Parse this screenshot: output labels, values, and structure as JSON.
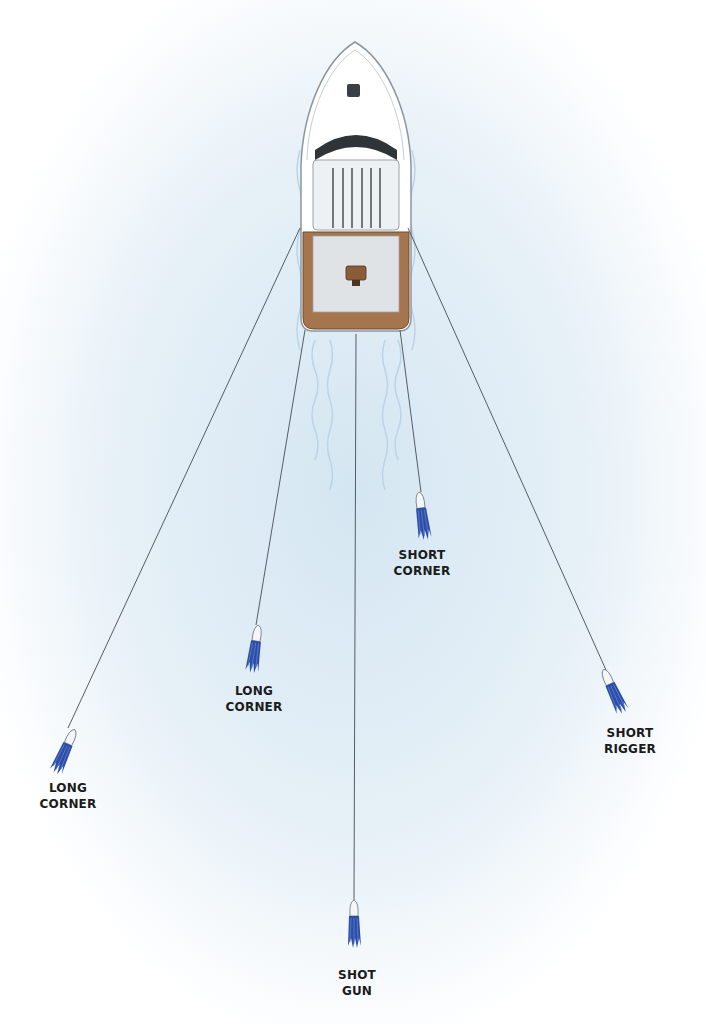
{
  "diagram": {
    "labels": [
      "SHORT CORNER",
      "LONG CORNER",
      "SHORT RIGGER",
      "LONG CORNER",
      "SHOT GUN"
    ]
  }
}
